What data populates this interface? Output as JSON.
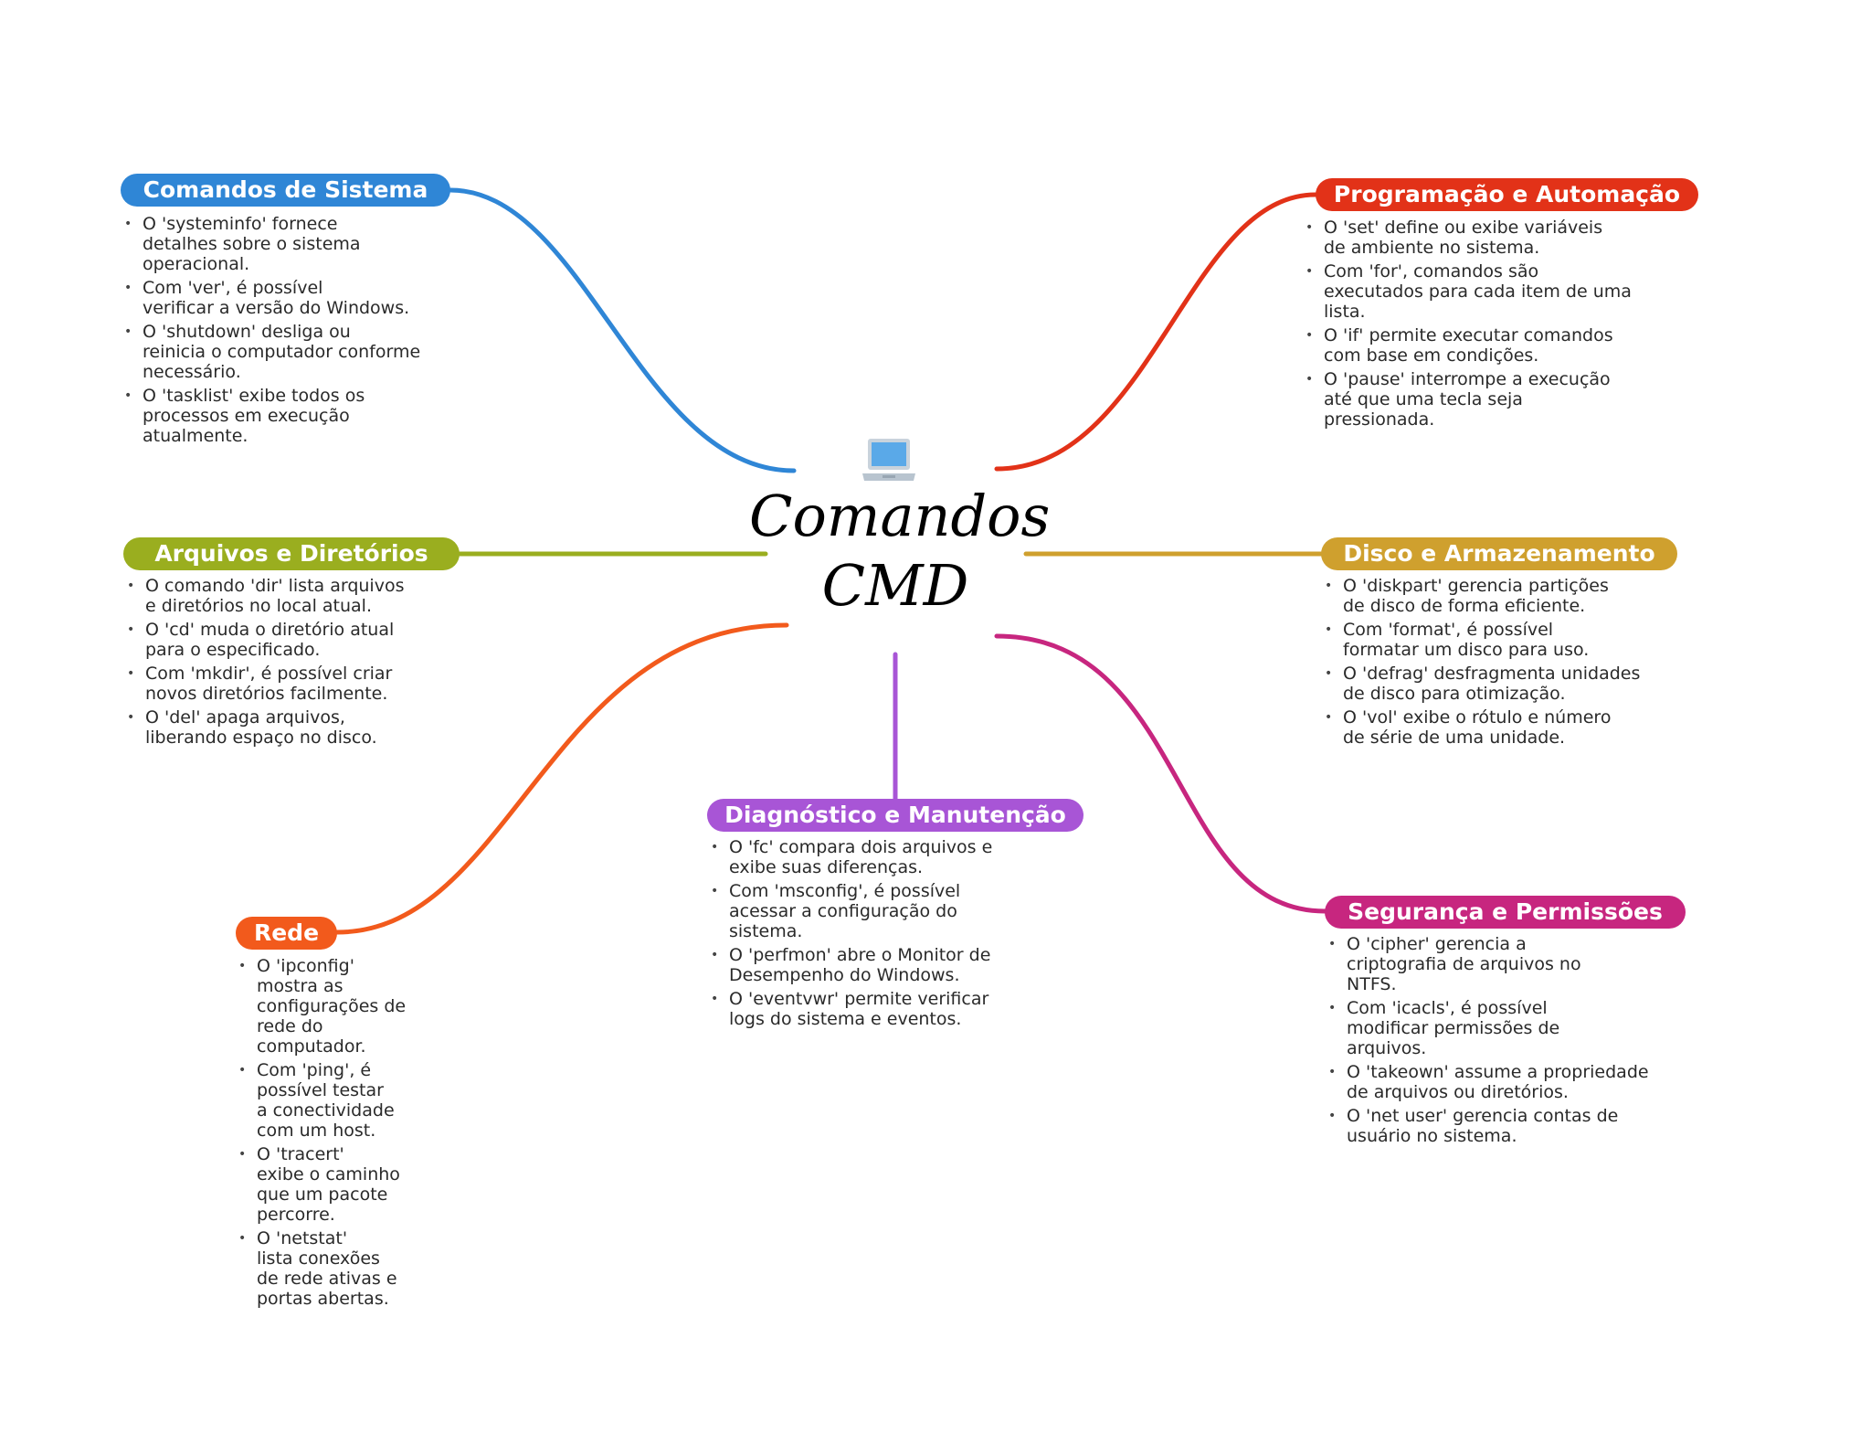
{
  "center": {
    "title_line1": "Comandos",
    "title_line2": "CMD",
    "icon": "laptop-icon"
  },
  "colors": {
    "sistema": "#2f86d6",
    "programacao": "#e23218",
    "arquivos": "#9aae1f",
    "disco": "#cfa02e",
    "diagnostico": "#a855d6",
    "seguranca": "#c7267f",
    "rede": "#f25a1c"
  },
  "branches": {
    "sistema": {
      "title": "Comandos de Sistema",
      "items": [
        "O 'systeminfo' fornece\ndetalhes sobre o sistema\noperacional.",
        "Com 'ver', é possível\nverificar a versão do Windows.",
        "O 'shutdown' desliga ou\nreinicia o computador conforme\nnecessário.",
        "O 'tasklist' exibe todos os\nprocessos em execução\natualmente."
      ]
    },
    "programacao": {
      "title": "Programação e Automação",
      "items": [
        "O 'set' define ou exibe variáveis\nde ambiente no sistema.",
        "Com 'for', comandos são\nexecutados para cada item de uma\nlista.",
        "O 'if' permite executar comandos\ncom base em condições.",
        "O 'pause' interrompe a execução\naté que uma tecla seja\npressionada."
      ]
    },
    "arquivos": {
      "title": "Arquivos e Diretórios",
      "items": [
        "O comando 'dir' lista arquivos\ne diretórios no local atual.",
        "O 'cd' muda o diretório atual\npara o especificado.",
        "Com 'mkdir', é possível criar\nnovos diretórios facilmente.",
        "O 'del' apaga arquivos,\nliberando espaço no disco."
      ]
    },
    "disco": {
      "title": "Disco e Armazenamento",
      "items": [
        "O 'diskpart' gerencia partições\nde disco de forma eficiente.",
        "Com 'format', é possível\nformatar um disco para uso.",
        "O 'defrag' desfragmenta unidades\nde disco para otimização.",
        "O 'vol' exibe o rótulo e número\nde série de uma unidade."
      ]
    },
    "diagnostico": {
      "title": "Diagnóstico e Manutenção",
      "items": [
        "O 'fc' compara dois arquivos e\nexibe suas diferenças.",
        "Com 'msconfig', é possível\nacessar a configuração do\nsistema.",
        "O 'perfmon' abre o Monitor de\nDesempenho do Windows.",
        "O 'eventvwr' permite verificar\nlogs do sistema e eventos."
      ]
    },
    "seguranca": {
      "title": "Segurança e Permissões",
      "items": [
        "O 'cipher' gerencia a\ncriptografia de arquivos no\nNTFS.",
        "Com 'icacls', é possível\nmodificar permissões de\narquivos.",
        "O 'takeown' assume a propriedade\nde arquivos ou diretórios.",
        "O 'net user' gerencia contas de\nusuário no sistema."
      ]
    },
    "rede": {
      "title": "Rede",
      "items": [
        "O 'ipconfig'\nmostra as\nconfigurações de\nrede do\ncomputador.",
        "Com 'ping', é\npossível testar\na conectividade\ncom um host.",
        "O 'tracert'\nexibe o caminho\nque um pacote\npercorre.",
        "O 'netstat'\nlista conexões\nde rede ativas e\nportas abertas."
      ]
    }
  }
}
